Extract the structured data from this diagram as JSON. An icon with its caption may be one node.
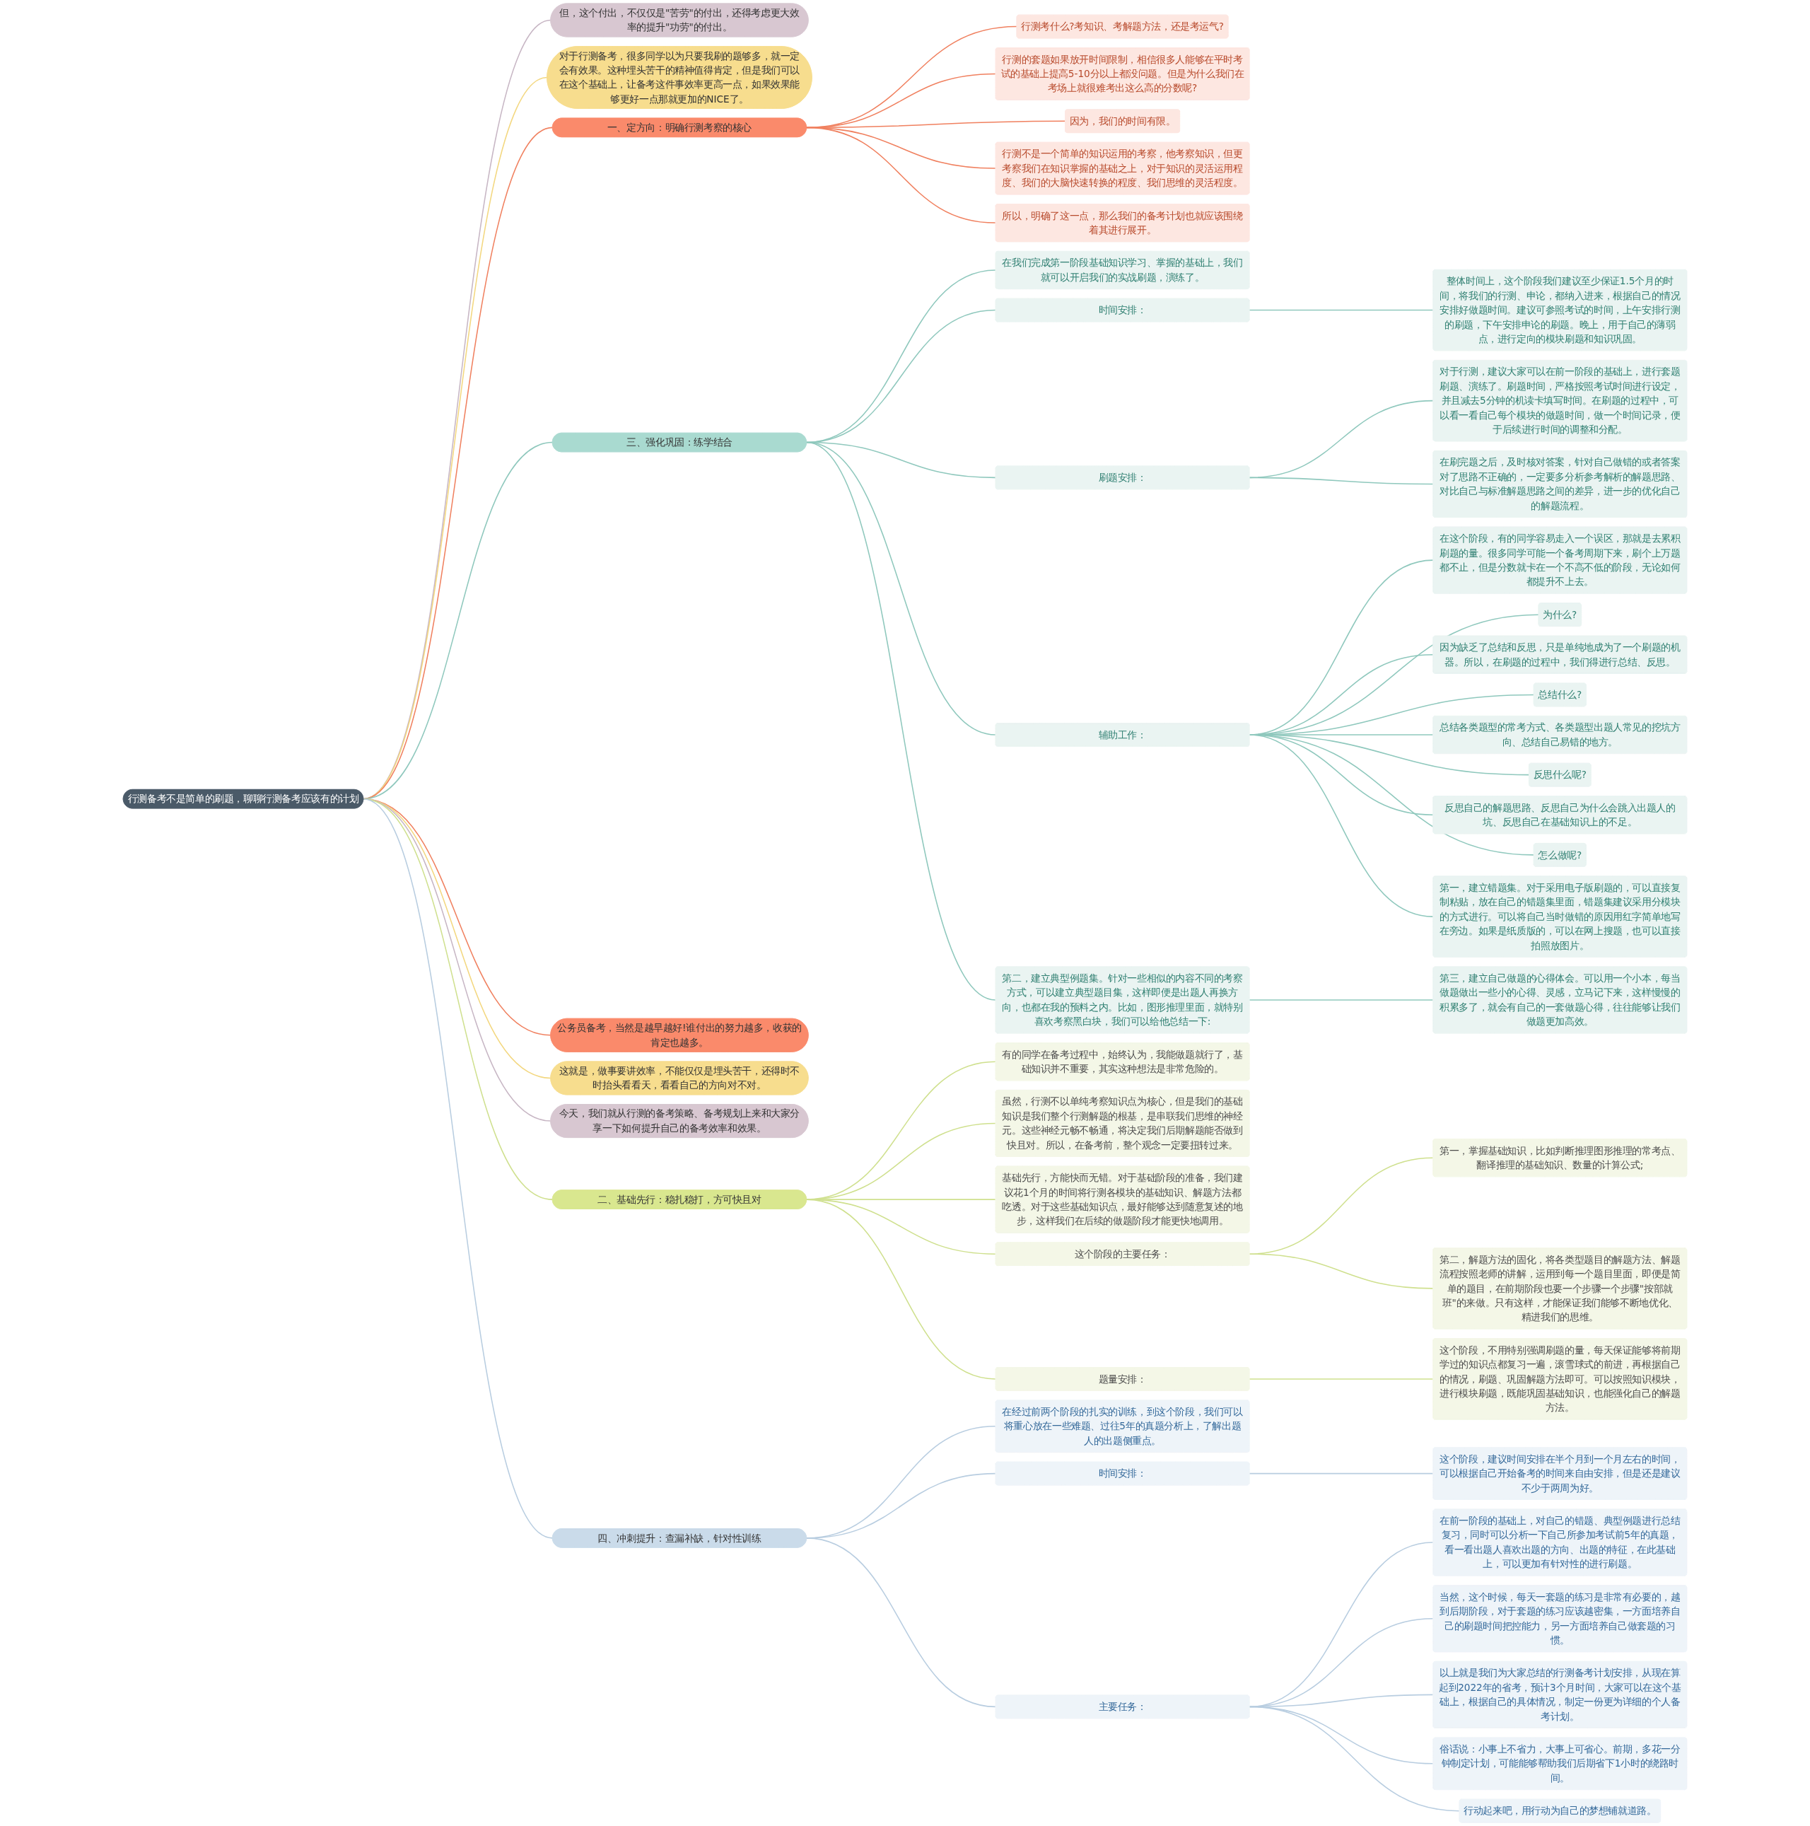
{
  "diagram": {
    "nodes": [
      {
        "text": [
          "行测备考不是简单的刷题，聊聊行测备考应该有的计划"
        ]
      },
      {
        "text": [
          "但，这个付出，不仅仅是\"苦劳\"的付出，还得考虑更大效率的提升\"功劳\"的付出。"
        ]
      },
      {
        "text": [
          "对于行测备考，很多同学以为只要我刷的题够多，就一定会有效果。这种埋头苦干的精神值得肯定，但是我们可以在这个基础上，让备考这件事效率更高一点，如果效果能够更好一点那就更加的NICE了。"
        ]
      },
      {
        "text": [
          "一、定方向：明确行测考察的核心"
        ]
      },
      {
        "text": [
          "行测考什么?考知识、考解题方法，还是考运气?"
        ]
      },
      {
        "text": [
          "行测的套题如果放开时间限制，相信很多人能够在平时考试的基础上提高5-10分以上都没问题。但是为什么我们在考场上就很难考出这么高的分数呢?"
        ]
      },
      {
        "text": [
          "因为，我们的时间有限。"
        ]
      },
      {
        "text": [
          "行测不是一个简单的知识运用的考察，他考察知识，但更考察我们在知识掌握的基础之上，对于知识的灵活运用程度、我们的大脑快速转换的程度、我们思维的灵活程度。"
        ]
      },
      {
        "text": [
          "所以，明确了这一点，那么我们的备考计划也就应该围绕着其进行展开。"
        ]
      },
      {
        "text": [
          "三、强化巩固：练学结合"
        ]
      },
      {
        "text": [
          "在我们完成第一阶段基础知识学习、掌握的基础上，我们就可以开启我们的实战刷题，演练了。"
        ]
      },
      {
        "text": [
          "时间安排："
        ]
      },
      {
        "text": [
          "整体时间上，这个阶段我们建议至少保证1.5个月的时间，将我们的行测、申论，都纳入进来，根据自己的情况安排好做题时间。建议可参照考试的时间，上午安排行测的刷题，下午安排申论的刷题。晚上，用于自己的薄弱点，进行定向的模块刷题和知识巩固。"
        ]
      },
      {
        "text": [
          "刷题安排："
        ]
      },
      {
        "text": [
          "对于行测，建议大家可以在前一阶段的基础上，进行套题刷题、演练了。刷题时间，严格按照考试时间进行设定，并且减去5分钟的机读卡填写时间。在刷题的过程中，可以看一看自己每个模块的做题时间，做一个时间记录，便于后续进行时间的调整和分配。"
        ]
      },
      {
        "text": [
          "在刷完题之后，及时核对答案，针对自己做错的或者答案对了思路不正确的，一定要多分析参考解析的解题思路、对比自己与标准解题思路之间的差异，进一步的优化自己的解题流程。"
        ]
      },
      {
        "text": [
          "辅助工作："
        ]
      },
      {
        "text": [
          "在这个阶段，有的同学容易走入一个误区，那就是去累积刷题的量。很多同学可能一个备考周期下来，刷个上万题都不止，但是分数就卡在一个不高不低的阶段，无论如何都提升不上去。"
        ]
      },
      {
        "text": [
          "为什么?"
        ]
      },
      {
        "text": [
          "因为缺乏了总结和反思，只是单纯地成为了一个刷题的机器。所以，在刷题的过程中，我们得进行总结、反思。"
        ]
      },
      {
        "text": [
          "总结什么?"
        ]
      },
      {
        "text": [
          "总结各类题型的常考方式、各类题型出题人常见的挖坑方向、总结自己易错的地方。"
        ]
      },
      {
        "text": [
          "反思什么呢?"
        ]
      },
      {
        "text": [
          "反思自己的解题思路、反思自己为什么会跳入出题人的坑、反思自己在基础知识上的不足。"
        ]
      },
      {
        "text": [
          "怎么做呢?"
        ]
      },
      {
        "text": [
          "第一，建立错题集。对于采用电子版刷题的，可以直接复制粘贴，放在自己的错题集里面，错题集建议采用分模块的方式进行。可以将自己当时做错的原因用红字简单地写在旁边。如果是纸质版的，可以在网上搜题，也可以直接拍照放图片。"
        ]
      },
      {
        "text": [
          "第二，建立典型例题集。针对一些相似的内容不同的考察方式，可以建立典型题目集，这样即便是出题人再换方向，也都在我的预料之内。比如，图形推理里面，就特别喜欢考察黑白块，我们可以给他总结一下:"
        ]
      },
      {
        "text": [
          "第三，建立自己做题的心得体会。可以用一个小本，每当做题做出一些小的心得、灵感，立马记下来，这样慢慢的积累多了，就会有自己的一套做题心得，往往能够让我们做题更加高效。"
        ]
      },
      {
        "text": [
          "公务员备考，当然是越早越好!谁付出的努力越多，收获的肯定也越多。"
        ]
      },
      {
        "text": [
          "这就是，做事要讲效率，不能仅仅是埋头苦干，还得时不时抬头看看天，看看自己的方向对不对。"
        ]
      },
      {
        "text": [
          "今天，我们就从行测的备考策略、备考规划上来和大家分享一下如何提升自己的备考效率和效果。"
        ]
      },
      {
        "text": [
          "二、基础先行：稳扎稳打，方可快且对"
        ]
      },
      {
        "text": [
          "有的同学在备考过程中，始终认为，我能做题就行了，基础知识并不重要，其实这种想法是非常危险的。"
        ]
      },
      {
        "text": [
          "虽然，行测不以单纯考察知识点为核心，但是我们的基础知识是我们整个行测解题的根基，是串联我们思维的神经元。这些神经元畅不畅通，将决定我们后期解题能否做到快且对。所以，在备考前，整个观念一定要扭转过来。"
        ]
      },
      {
        "text": [
          "基础先行，方能快而无错。对于基础阶段的准备，我们建议花1个月的时间将行测各模块的基础知识、解题方法都吃透。对于这些基础知识点，最好能够达到随意复述的地步，这样我们在后续的做题阶段才能更快地调用。"
        ]
      },
      {
        "text": [
          "这个阶段的主要任务："
        ]
      },
      {
        "text": [
          "第一，掌握基础知识，比如判断推理图形推理的常考点、翻译推理的基础知识、数量的计算公式;"
        ]
      },
      {
        "text": [
          "第二，解题方法的固化，将各类型题目的解题方法、解题流程按照老师的讲解，运用到每一个题目里面，即便是简单的题目，在前期阶段也要一个步骤一个步骤\"按部就班\"的来做。只有这样，才能保证我们能够不断地优化、精进我们的思维。"
        ]
      },
      {
        "text": [
          "题量安排："
        ]
      },
      {
        "text": [
          "这个阶段，不用特别强调刷题的量，每天保证能够将前期学过的知识点都复习一遍，滚雪球式的前进，再根据自己的情况，刷题、巩固解题方法即可。可以按照知识模块，进行模块刷题，既能巩固基础知识，也能强化自己的解题方法。"
        ]
      },
      {
        "text": [
          "四、冲刺提升：查漏补缺，针对性训练"
        ]
      },
      {
        "text": [
          "在经过前两个阶段的扎实的训练，到这个阶段，我们可以将重心放在一些难题、过往5年的真题分析上，了解出题人的出题侧重点。"
        ]
      },
      {
        "text": [
          "时间安排："
        ]
      },
      {
        "text": [
          "这个阶段，建议时间安排在半个月到一个月左右的时间，可以根据自己开始备考的时间来自由安排，但是还是建议不少于两周为好。"
        ]
      },
      {
        "text": [
          "主要任务："
        ]
      },
      {
        "text": [
          "在前一阶段的基础上，对自己的错题、典型例题进行总结复习，同时可以分析一下自己所参加考试前5年的真题，看一看出题人喜欢出题的方向、出题的特征，在此基础上，可以更加有针对性的进行刷题。"
        ]
      },
      {
        "text": [
          "当然，这个时候，每天一套题的练习是非常有必要的，越到后期阶段，对于套题的练习应该越密集，一方面培养自己的刷题时间把控能力，另一方面培养自己做套题的习惯。"
        ]
      },
      {
        "text": [
          "以上就是我们为大家总结的行测备考计划安排，从现在算起到2022年的省考，预计3个月时间，大家可以在这个基础上，根据自己的具体情况，制定一份更为详细的个人备考计划。"
        ]
      },
      {
        "text": [
          "俗话说：小事上不省力，大事上可省心。前期，多花一分钟制定计划，可能能够帮助我们后期省下1小时的绕路时间。"
        ]
      },
      {
        "text": [
          "行动起来吧，用行动为自己的梦想铺就道路。"
        ]
      }
    ],
    "edges": [
      {
        "from": 0,
        "to": 1,
        "arrow": "none",
        "color": "#c7b6c4"
      },
      {
        "from": 0,
        "to": 2,
        "arrow": "none",
        "color": "#f3d77f"
      },
      {
        "from": 0,
        "to": 3,
        "arrow": "none",
        "color": "#f0805f"
      },
      {
        "from": 3,
        "to": 4,
        "arrow": "none",
        "color": "#f0805f"
      },
      {
        "from": 3,
        "to": 5,
        "arrow": "none",
        "color": "#f0805f"
      },
      {
        "from": 3,
        "to": 6,
        "arrow": "none",
        "color": "#f0805f"
      },
      {
        "from": 3,
        "to": 7,
        "arrow": "none",
        "color": "#f0805f"
      },
      {
        "from": 3,
        "to": 8,
        "arrow": "none",
        "color": "#f0805f"
      },
      {
        "from": 0,
        "to": 9,
        "arrow": "none",
        "color": "#8fc8bd"
      },
      {
        "from": 9,
        "to": 10,
        "arrow": "none",
        "color": "#8fc8bd"
      },
      {
        "from": 9,
        "to": 11,
        "arrow": "none",
        "color": "#8fc8bd"
      },
      {
        "from": 11,
        "to": 12,
        "arrow": "none",
        "color": "#8fc8bd"
      },
      {
        "from": 9,
        "to": 13,
        "arrow": "none",
        "color": "#8fc8bd"
      },
      {
        "from": 13,
        "to": 14,
        "arrow": "none",
        "color": "#8fc8bd"
      },
      {
        "from": 13,
        "to": 15,
        "arrow": "none",
        "color": "#8fc8bd"
      },
      {
        "from": 9,
        "to": 16,
        "arrow": "none",
        "color": "#8fc8bd"
      },
      {
        "from": 16,
        "to": 17,
        "arrow": "none",
        "color": "#8fc8bd"
      },
      {
        "from": 16,
        "to": 18,
        "arrow": "none",
        "color": "#8fc8bd"
      },
      {
        "from": 16,
        "to": 19,
        "arrow": "none",
        "color": "#8fc8bd"
      },
      {
        "from": 16,
        "to": 20,
        "arrow": "none",
        "color": "#8fc8bd"
      },
      {
        "from": 16,
        "to": 21,
        "arrow": "none",
        "color": "#8fc8bd"
      },
      {
        "from": 16,
        "to": 22,
        "arrow": "none",
        "color": "#8fc8bd"
      },
      {
        "from": 16,
        "to": 23,
        "arrow": "none",
        "color": "#8fc8bd"
      },
      {
        "from": 16,
        "to": 24,
        "arrow": "none",
        "color": "#8fc8bd"
      },
      {
        "from": 16,
        "to": 25,
        "arrow": "none",
        "color": "#8fc8bd"
      },
      {
        "from": 9,
        "to": 26,
        "arrow": "none",
        "color": "#8fc8bd"
      },
      {
        "from": 26,
        "to": 27,
        "arrow": "none",
        "color": "#8fc8bd"
      },
      {
        "from": 0,
        "to": 28,
        "arrow": "none",
        "color": "#f0805f"
      },
      {
        "from": 0,
        "to": 29,
        "arrow": "none",
        "color": "#f3d77f"
      },
      {
        "from": 0,
        "to": 30,
        "arrow": "none",
        "color": "#c7b6c4"
      },
      {
        "from": 0,
        "to": 31,
        "arrow": "none",
        "color": "#cfe08e"
      },
      {
        "from": 31,
        "to": 32,
        "arrow": "none",
        "color": "#cfe08e"
      },
      {
        "from": 31,
        "to": 33,
        "arrow": "none",
        "color": "#cfe08e"
      },
      {
        "from": 31,
        "to": 34,
        "arrow": "none",
        "color": "#cfe08e"
      },
      {
        "from": 31,
        "to": 35,
        "arrow": "none",
        "color": "#cfe08e"
      },
      {
        "from": 35,
        "to": 36,
        "arrow": "none",
        "color": "#cfe08e"
      },
      {
        "from": 35,
        "to": 37,
        "arrow": "none",
        "color": "#cfe08e"
      },
      {
        "from": 31,
        "to": 38,
        "arrow": "none",
        "color": "#cfe08e"
      },
      {
        "from": 38,
        "to": 39,
        "arrow": "none",
        "color": "#cfe08e"
      },
      {
        "from": 0,
        "to": 40,
        "arrow": "none",
        "color": "#b8cde0"
      },
      {
        "from": 40,
        "to": 41,
        "arrow": "none",
        "color": "#b8cde0"
      },
      {
        "from": 40,
        "to": 42,
        "arrow": "none",
        "color": "#b8cde0"
      },
      {
        "from": 42,
        "to": 43,
        "arrow": "none",
        "color": "#b8cde0"
      },
      {
        "from": 40,
        "to": 44,
        "arrow": "none",
        "color": "#b8cde0"
      },
      {
        "from": 44,
        "to": 45,
        "arrow": "none",
        "color": "#b8cde0"
      },
      {
        "from": 44,
        "to": 46,
        "arrow": "none",
        "color": "#b8cde0"
      },
      {
        "from": 44,
        "to": 47,
        "arrow": "none",
        "color": "#b8cde0"
      },
      {
        "from": 44,
        "to": 48,
        "arrow": "none",
        "color": "#b8cde0"
      },
      {
        "from": 44,
        "to": 49,
        "arrow": "none",
        "color": "#b8cde0"
      }
    ]
  }
}
